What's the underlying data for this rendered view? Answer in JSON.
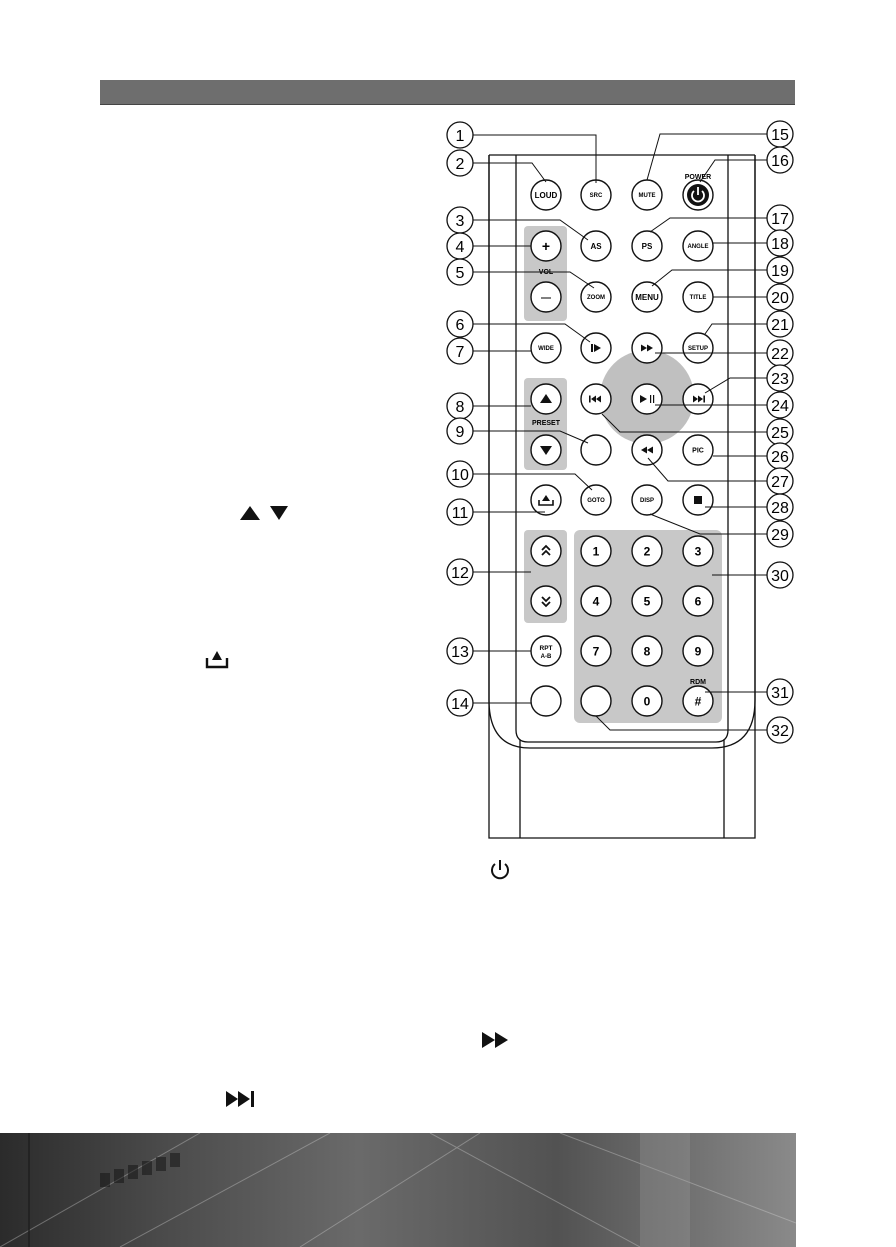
{
  "colors": {
    "header_bar": "#6e6e6e",
    "panel_shade": "#c8c8c8",
    "play_highlight": "#c0c0c0",
    "outline": "#111111",
    "footer_dark": "#3a3a3a"
  },
  "inline_glyphs": {
    "preset_arrows": "up-and-down-triangle-icons",
    "eject": "eject-icon",
    "power": "power-icon",
    "fast_forward": "fast-forward-icon",
    "next_track": "next-track-icon"
  },
  "remote": {
    "callouts": [
      "1",
      "2",
      "3",
      "4",
      "5",
      "6",
      "7",
      "8",
      "9",
      "10",
      "11",
      "12",
      "13",
      "14",
      "15",
      "16",
      "17",
      "18",
      "19",
      "20",
      "21",
      "22",
      "23",
      "24",
      "25",
      "26",
      "27",
      "28",
      "29",
      "30",
      "31",
      "32"
    ],
    "labels": {
      "vol": "VOL",
      "preset": "PRESET",
      "power": "POWER",
      "rdm": "RDM"
    },
    "buttons": {
      "loud": "LOUD",
      "src": "SRC",
      "mute": "MUTE",
      "as": "AS",
      "ps": "PS",
      "angle": "ANGLE",
      "vol_plus": "+",
      "vol_minus": "—",
      "zoom": "ZOOM",
      "menu": "MENU",
      "title": "TITLE",
      "wide": "WIDE",
      "setup": "SETUP",
      "pic": "PIC",
      "goto": "GOTO",
      "disp": "DISP",
      "rpt": "RPT",
      "ab": "A-B",
      "hash": "#",
      "n1": "1",
      "n2": "2",
      "n3": "3",
      "n4": "4",
      "n5": "5",
      "n6": "6",
      "n7": "7",
      "n8": "8",
      "n9": "9",
      "n0": "0"
    }
  }
}
